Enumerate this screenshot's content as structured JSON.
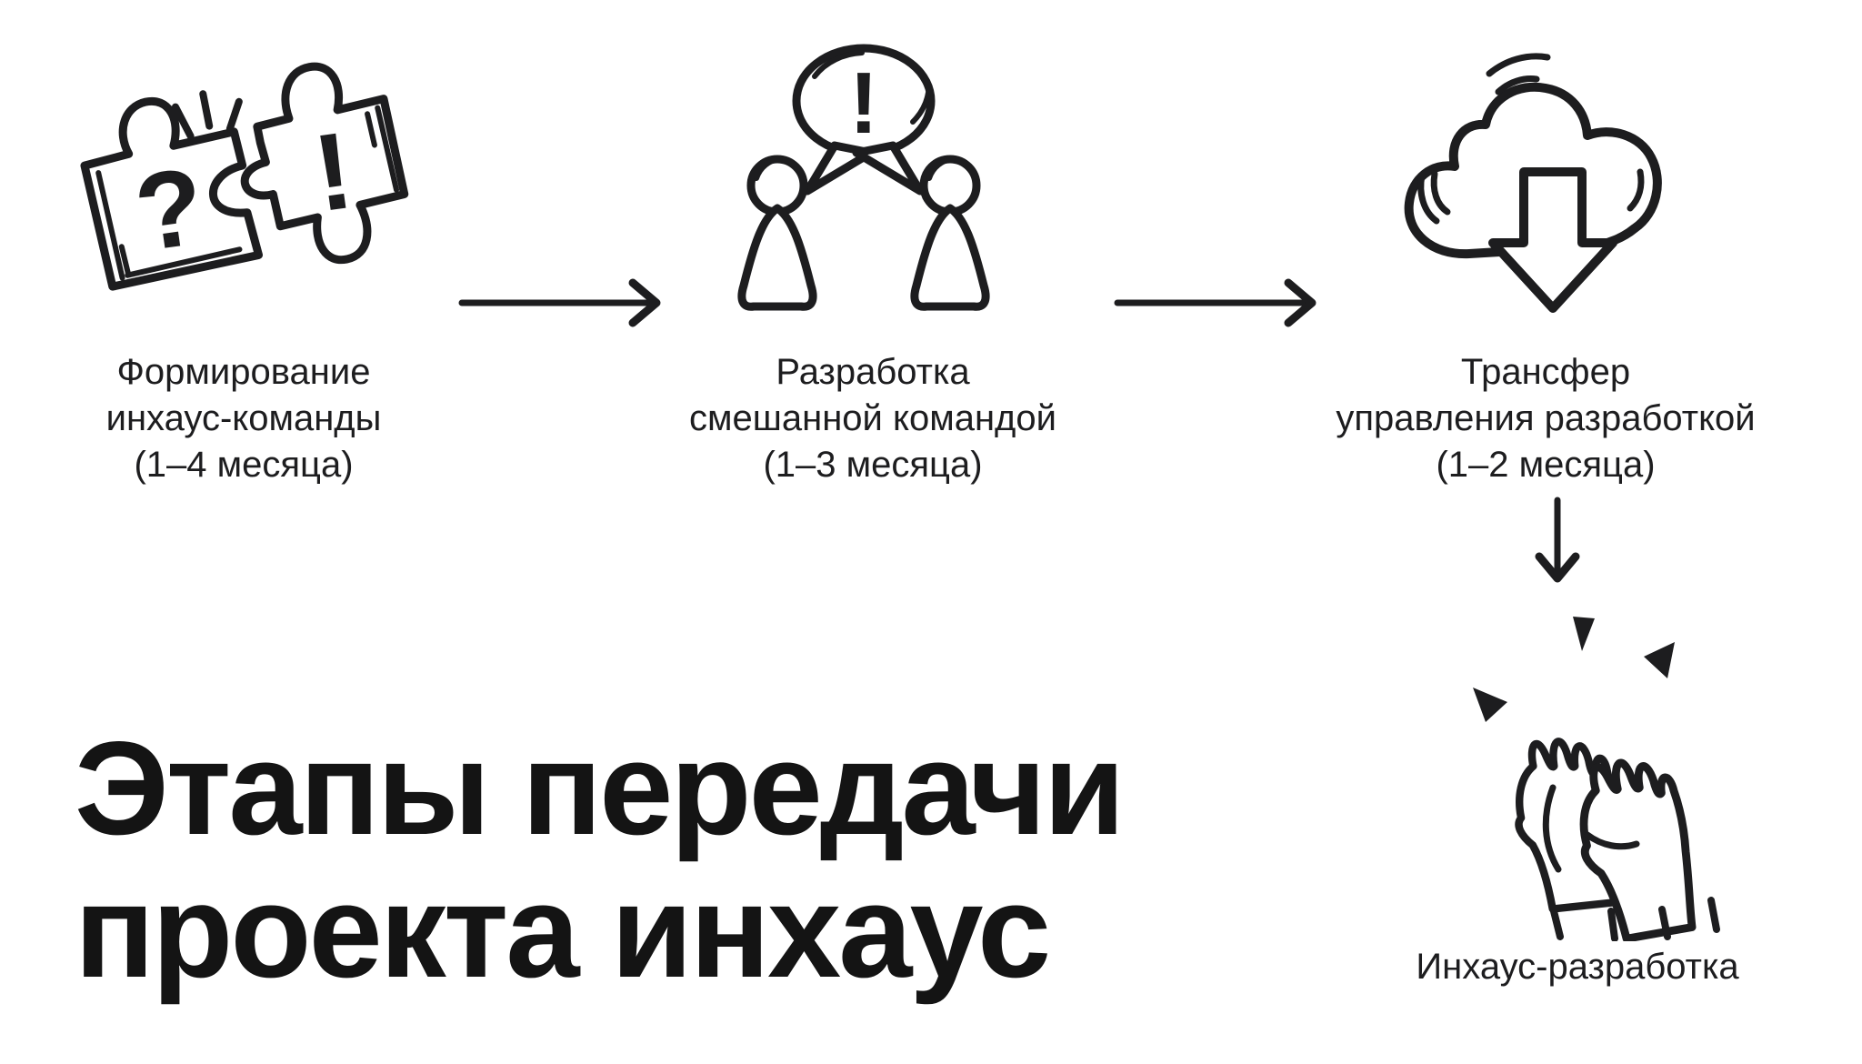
{
  "page": {
    "background": "#ffffff",
    "ink": "#1d1d1f"
  },
  "title": {
    "line1": "Этапы передачи",
    "line2": "проекта инхаус"
  },
  "stages": [
    {
      "icon": "puzzle-question-exclamation-icon",
      "line1": "Формирование",
      "line2": "инхаус-команды",
      "line3": "(1–4 месяца)"
    },
    {
      "icon": "dialog-people-icon",
      "line1": "Разработка",
      "line2": "смешанной командой",
      "line3": "(1–3 месяца)"
    },
    {
      "icon": "cloud-download-icon",
      "line1": "Трансфер",
      "line2": "управления разработкой",
      "line3": "(1–2 месяца)"
    }
  ],
  "result": {
    "icon": "clapping-hands-icon",
    "label": "Инхаус-разработка"
  },
  "glyphs": {
    "puzzle_question": "?",
    "puzzle_exclamation": "!",
    "bubble_exclamation": "!"
  }
}
